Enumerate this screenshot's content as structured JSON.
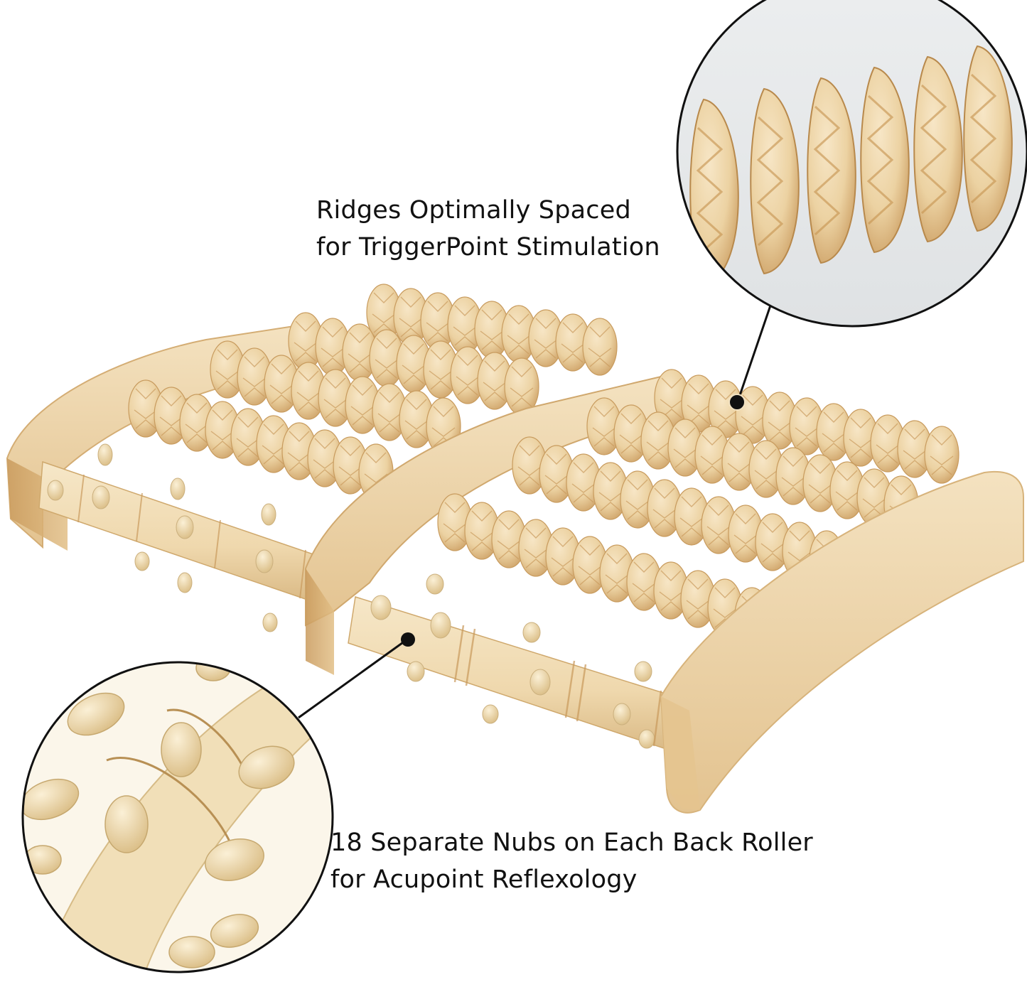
{
  "product": {
    "name": "Wooden foot massage roller",
    "colors": {
      "wood_light": "#f1dcb6",
      "wood_mid": "#e6c58f",
      "wood_dark": "#c99a5c",
      "wood_shadow": "#b88548",
      "callout_line": "#111111",
      "zoom_bg_top": "#e9ebed",
      "nub_color": "#ead7a8"
    }
  },
  "callouts": [
    {
      "id": "ridges",
      "lines": [
        "Ridges Optimally Spaced",
        "for TriggerPoint Stimulation"
      ],
      "zoom_subject": "ridged roller close-up"
    },
    {
      "id": "nubs",
      "lines": [
        "18 Separate Nubs on Each Back Roller",
        "for Acupoint Reflexology"
      ],
      "zoom_subject": "nubbed roller close-up"
    }
  ]
}
